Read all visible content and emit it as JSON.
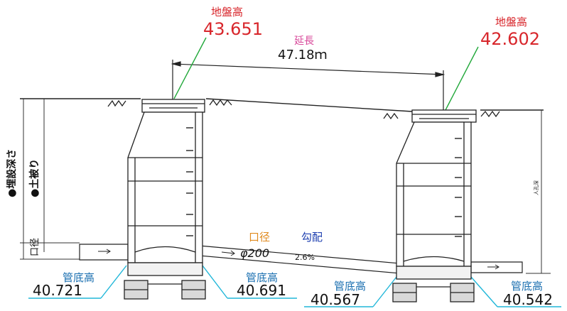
{
  "diagram": {
    "ground_label_left": "地盤高",
    "ground_value_left": "43.651",
    "ground_label_right": "地盤高",
    "ground_value_right": "42.602",
    "length_label": "延長",
    "length_value": "47.18ｍ",
    "side_label_depth": "●埋設深さ",
    "side_label_cover": "●土被り",
    "side_label_dia": "口径",
    "right_small_label": "人孔深",
    "dia_label": "口径",
    "slope_label": "勾配",
    "dia_value": "φ200",
    "slope_value": "2.6%",
    "invert_1_label": "管底高",
    "invert_1_value": "40.721",
    "invert_2_label": "管底高",
    "invert_2_value": "40.691",
    "invert_3_label": "管底高",
    "invert_3_value": "40.567",
    "invert_4_label": "管底高",
    "invert_4_value": "40.542"
  },
  "colors": {
    "ground_label": "#d8262b",
    "length_label": "#d8489a",
    "invert_label": "#1a6fb0",
    "leader_green": "#21a83a",
    "leader_cyan": "#21b7d9",
    "dia_label": "#e08a1e",
    "slope_label": "#1e3fb0"
  }
}
